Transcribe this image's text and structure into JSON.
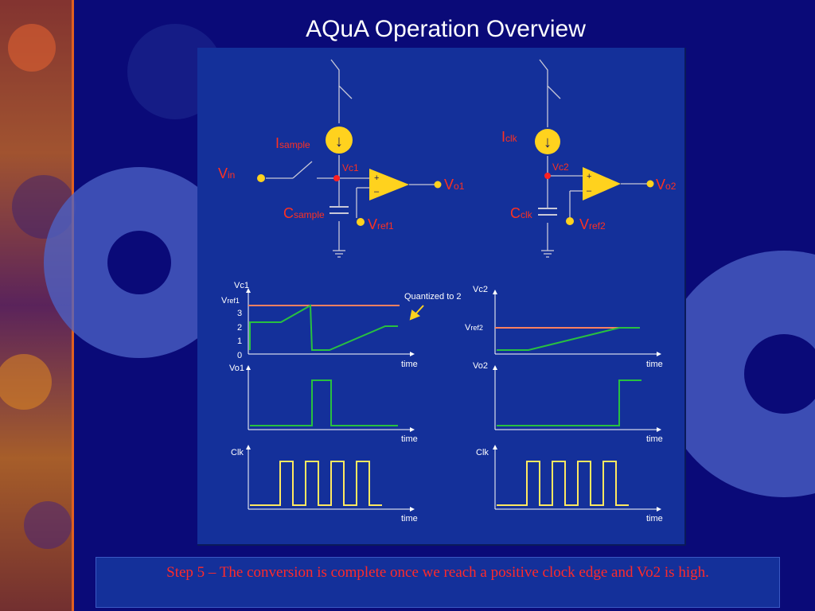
{
  "slide": {
    "title": "AQuA Operation Overview",
    "caption": "Step 5 – The conversion is complete once we reach a positive clock edge and Vo2 is high."
  },
  "circuit1": {
    "isource_main": "I",
    "isource_sub": "sample",
    "vin_main": "V",
    "vin_sub": "in",
    "node": "Vc1",
    "out_main": "V",
    "out_sub": "o1",
    "cap_main": "C",
    "cap_sub": "sample",
    "vref_main": "V",
    "vref_sub": "ref1",
    "plus": "+",
    "minus": "–"
  },
  "circuit2": {
    "isource_main": "I",
    "isource_sub": "clk",
    "node": "Vc2",
    "out_main": "V",
    "out_sub": "o2",
    "cap_main": "C",
    "cap_sub": "clk",
    "vref_main": "V",
    "vref_sub": "ref2",
    "plus": "+",
    "minus": "–"
  },
  "arrow_glyph": "↓",
  "annotation": "Quantized to 2",
  "waveforms_left": {
    "vc_label": "Vc1",
    "vref_main": "V",
    "vref_sub": "ref1",
    "ticks": [
      "3",
      "2",
      "1",
      "0"
    ],
    "vo_label": "Vo1",
    "clk_label": "Clk",
    "time_label": "time"
  },
  "waveforms_right": {
    "vc_label": "Vc2",
    "vref_main": "V",
    "vref_sub": "ref2",
    "vo_label": "Vo2",
    "clk_label": "Clk",
    "time_label": "time"
  },
  "colors": {
    "background": "#0a0a78",
    "panel": "#14309a",
    "wire": "#c8c8d8",
    "opamp": "#ffd21e",
    "label_red": "#ff3020",
    "signal_green": "#28c040",
    "reference_orange": "#ff8060",
    "clock_yellow": "#ffe860"
  }
}
